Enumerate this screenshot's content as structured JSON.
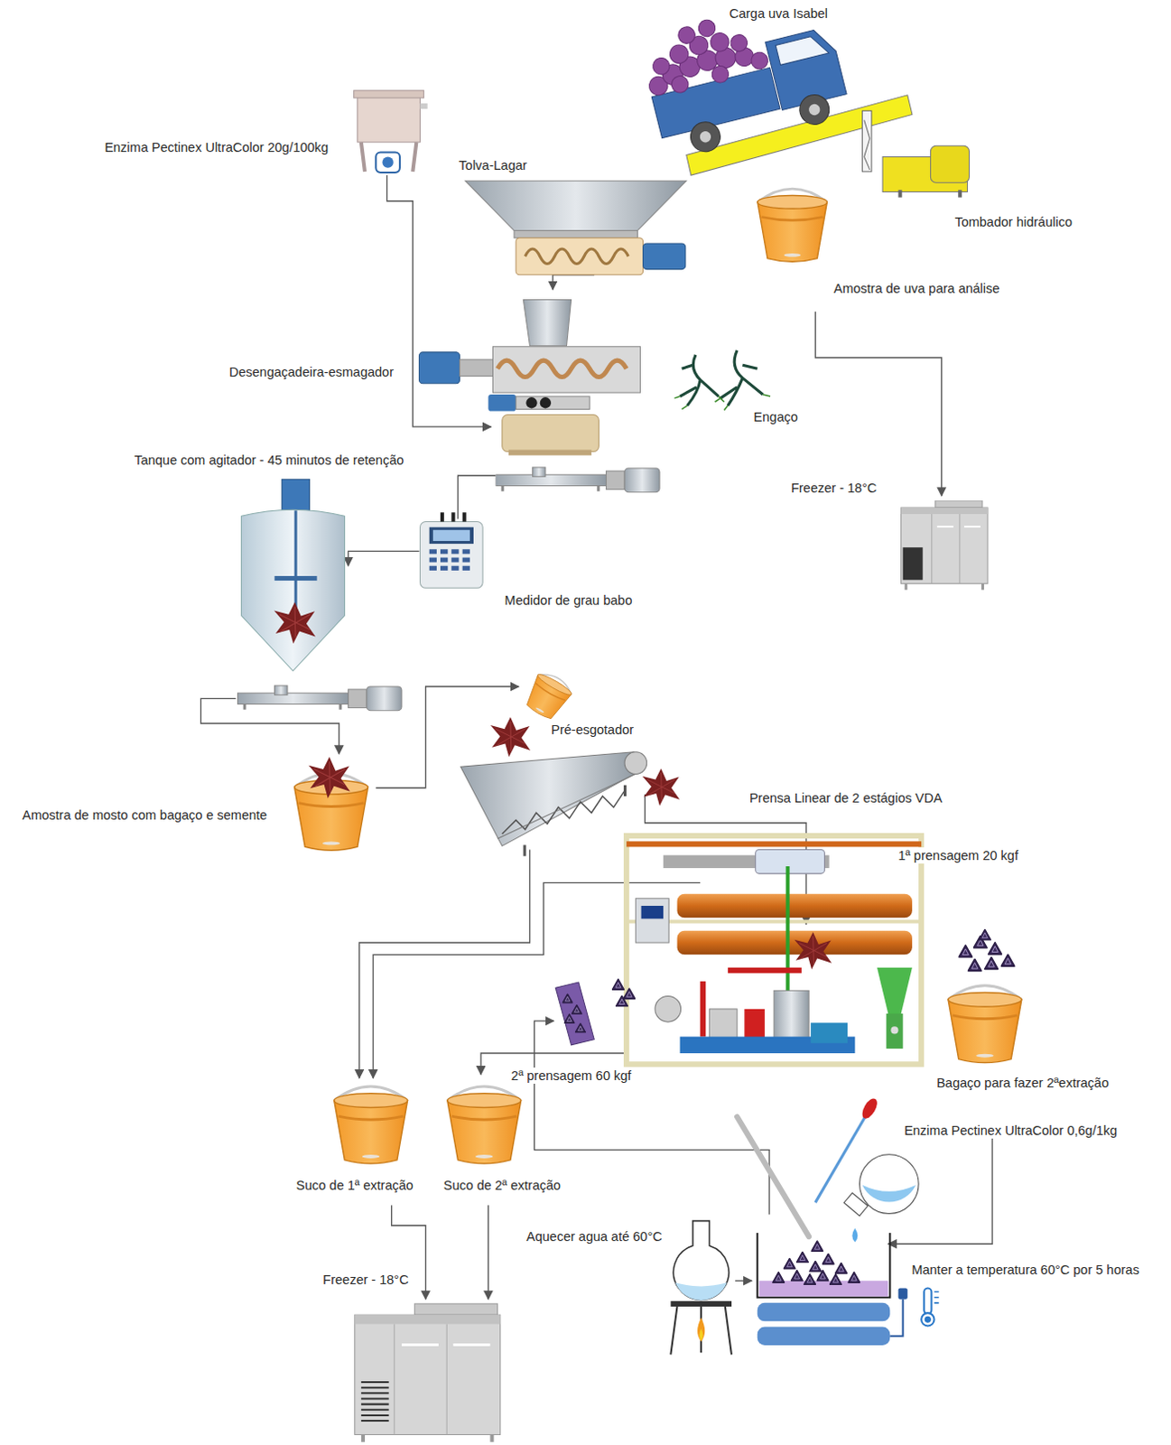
{
  "diagram": {
    "labels": [
      "Carga uva Isabel",
      "Enzima Pectinex UltraColor 20g/100kg",
      "Tolva-Lagar",
      "Tombador hidráulico",
      "Amostra de uva para análise",
      "Desengaçadeira-esmagador",
      "Engaço",
      "Tanque com agitador - 45 minutos de retenção",
      "Freezer - 18°C",
      "Medidor de grau babo",
      "Pré-esgotador",
      "Amostra de mosto com bagaço e semente",
      "Prensa Linear de 2 estágios VDA",
      "1ª prensagem 20 kgf",
      "Bagaço para fazer 2ªextração",
      "2ª prensagem 60 kgf",
      "Enzima Pectinex UltraColor 0,6g/1kg",
      "Suco de 1ª extração",
      "Suco de 2ª extração",
      "Aquecer agua até 60°C",
      "Manter a temperatura 60°C por 5 horas",
      "Freezer - 18°C"
    ]
  }
}
